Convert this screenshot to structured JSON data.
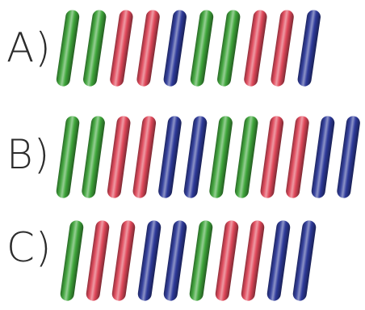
{
  "colors": {
    "green": "#3fa63b",
    "red": "#e0485a",
    "blue": "#2e3a9a"
  },
  "rows": [
    {
      "label": "A)",
      "rods": [
        "green",
        "green",
        "red",
        "red",
        "blue",
        "green",
        "green",
        "red",
        "red",
        "blue"
      ]
    },
    {
      "label": "B)",
      "rods": [
        "green",
        "green",
        "red",
        "red",
        "blue",
        "blue",
        "green",
        "green",
        "red",
        "red",
        "blue",
        "blue"
      ]
    },
    {
      "label": "C)",
      "rods": [
        "green",
        "red",
        "red",
        "blue",
        "blue",
        "green",
        "red",
        "red",
        "blue",
        "blue"
      ]
    }
  ]
}
